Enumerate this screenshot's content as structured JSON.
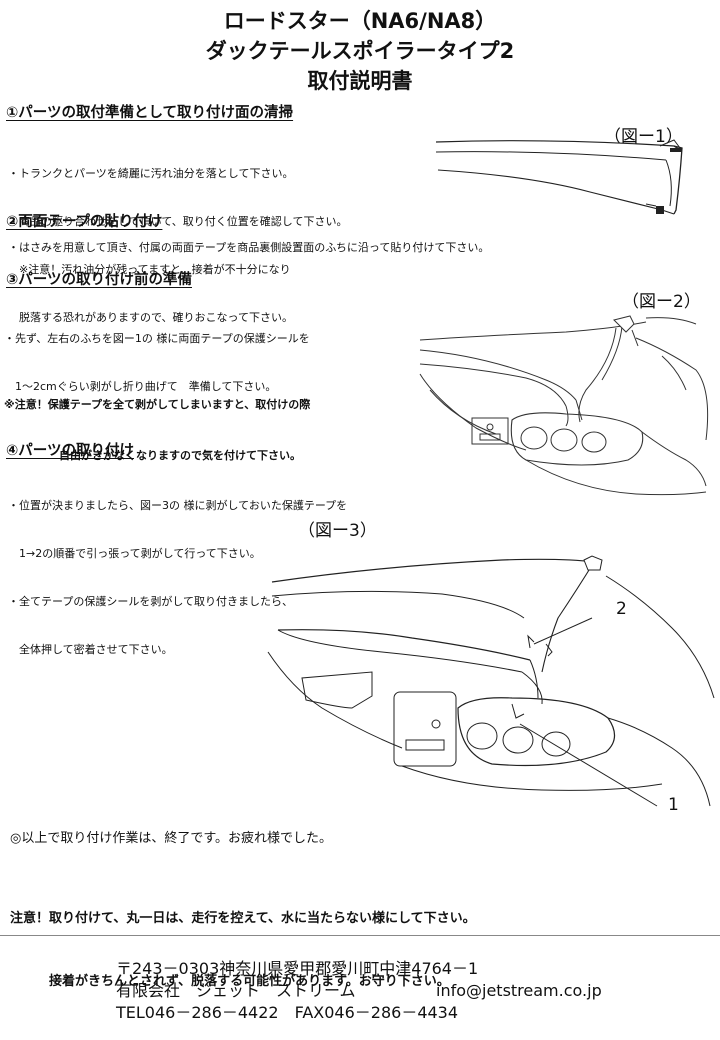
{
  "header": {
    "title1": "ロードスター（NA6/NA8）",
    "title2": "ダックテールスポイラータイプ2",
    "title3": "取付説明書"
  },
  "section1": {
    "heading": "①パーツの取付準備として取り付け面の清掃",
    "lines": [
      "・トランクとパーツを綺麗に汚れ油分を落として下さい。",
      "・商品の駆り合わせをして頂いて、取り付く位置を確認して下さい。",
      "　※注意！汚れ油分が残ってますと、接着が不十分になり",
      "　脱落する恐れがありますので、確りおこなって下さい。"
    ]
  },
  "section2": {
    "heading": "②両面テープの貼り付け",
    "lines": [
      "・はさみを用意して頂き、付属の両面テープを商品裏側設置面のふちに沿って貼り付けて下さい。"
    ]
  },
  "section3": {
    "heading": "③パーツの取り付け前の準備",
    "lines": [
      "・先ず、左右のふちを図ー1の 様に両面テープの保護シールを",
      "　1～2cmぐらい剥がし折り曲げて　準備して下さい。"
    ],
    "warning": [
      "※注意！保護テープを全て剥がしてしまいますと、取付けの際",
      "　　　　　自由がきかなくなりますので気を付けて下さい。"
    ]
  },
  "section4": {
    "heading": "④パーツの取り付け",
    "lines": [
      "・位置が決まりましたら、図ー3の 様に剥がしておいた保護テープを",
      "　1→2の順番で引っ張って剥がして行って下さい。",
      "・全てテープの保護シールを剥がして取り付きましたら、",
      "　全体押して密着させて下さい。"
    ]
  },
  "figures": {
    "fig1_label": "（図ー1）",
    "fig2_label": "（図ー2）",
    "fig3_label": "（図ー3）",
    "callout_1": "1",
    "callout_2": "2"
  },
  "closing": {
    "done": "◎以上で取り付け作業は、終了です。お疲れ様でした。",
    "warning": [
      "注意！取り付けて、丸一日は、走行を控えて、水に当たらない様にして下さい。",
      "　　　接着がきちんとされず、脱落する可能性があります。お守り下さい。"
    ]
  },
  "footer": {
    "address": "〒243－0303神奈川県愛甲郡愛川町中津4764－1",
    "company": "有限会社　ジェット　ストリーム",
    "email": "info@jetstream.co.jp",
    "phone": "TEL046－286－4422　FAX046－286－4434"
  }
}
